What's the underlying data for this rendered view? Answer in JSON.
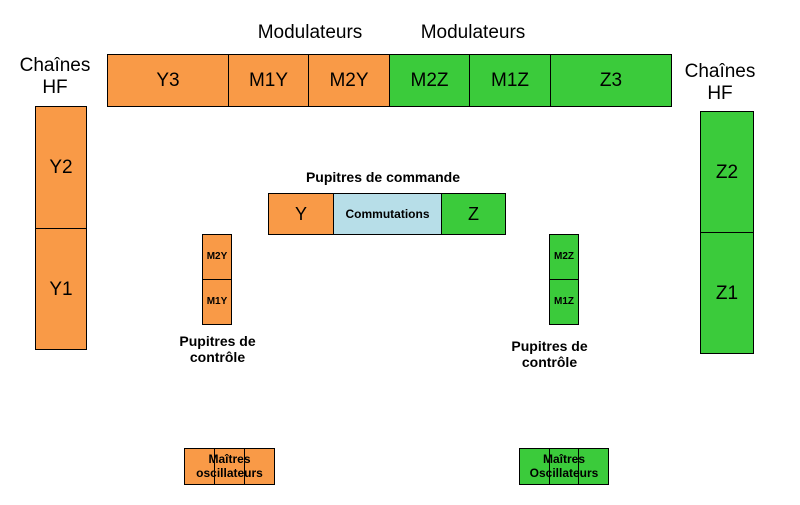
{
  "headings": {
    "modulateurs_left": "Modulateurs",
    "modulateurs_right": "Modulateurs",
    "chaines_left": "Chaînes\nHF",
    "chaines_right": "Chaînes\nHF",
    "pupitres_commande": "Pupitres de commande",
    "pupitres_controle_left": "Pupitres de\ncontrôle",
    "pupitres_controle_right": "Pupitres de\ncontrôle"
  },
  "top_row": [
    "Y3",
    "M1Y",
    "M2Y",
    "M2Z",
    "M1Z",
    "Z3"
  ],
  "left_column": [
    "Y2",
    "Y1"
  ],
  "right_column": [
    "Z2",
    "Z1"
  ],
  "commande": [
    "Y",
    "Commutations",
    "Z"
  ],
  "controle_left": [
    "M2Y",
    "M1Y"
  ],
  "controle_right": [
    "M2Z",
    "M1Z"
  ],
  "oscillateurs_left": "Maîtres\noscillateurs",
  "oscillateurs_right": "Maîtres\nOscillateurs",
  "colors": {
    "orange": "#F99A47",
    "green": "#3BCB3B",
    "blue": "#B7DEE8"
  }
}
